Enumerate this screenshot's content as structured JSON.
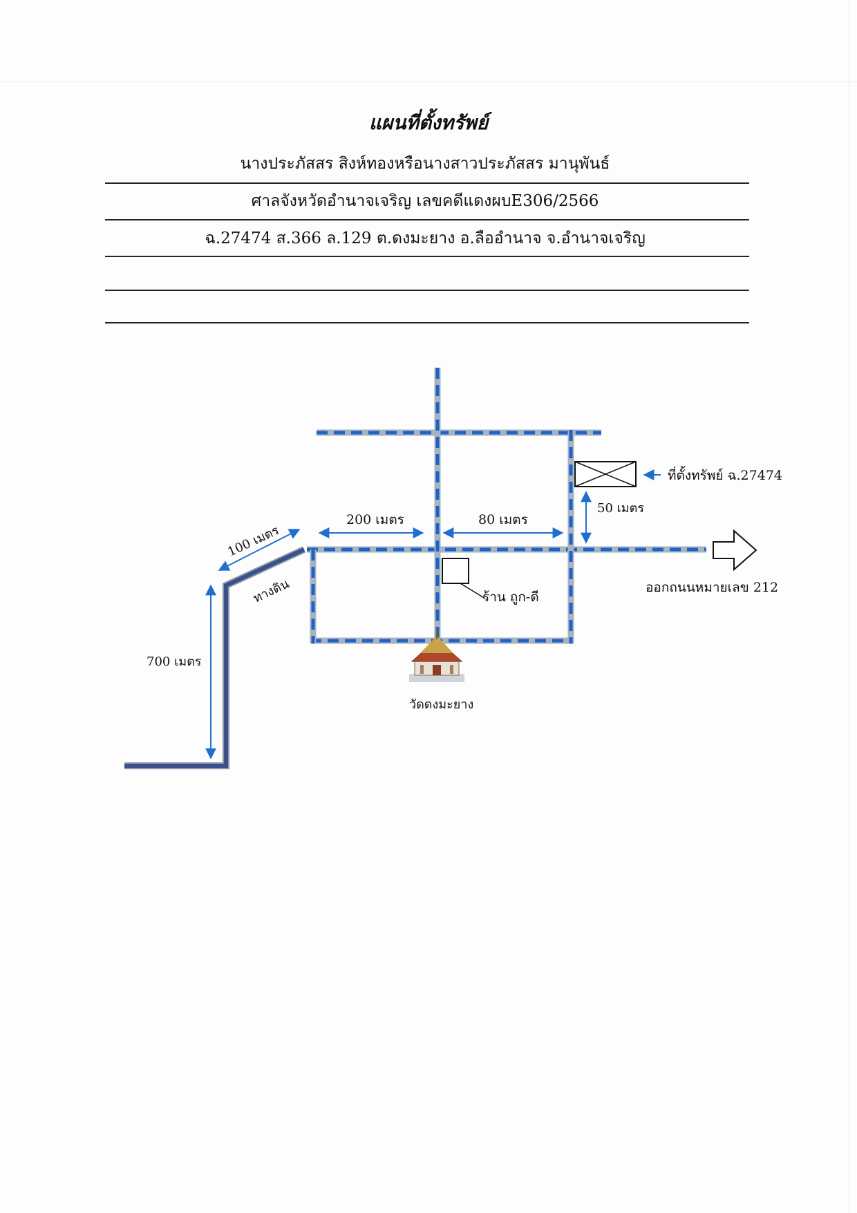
{
  "document": {
    "title": "แผนที่ตั้งทรัพย์",
    "lines": [
      "นางประภัสสร สิงห์ทองหรือนางสาวประภัสสร มานุพันธ์",
      "ศาลจังหวัดอำนาจเจริญ เลขคดีแดงผบE306/2566",
      "ฉ.27474 ส.366 ล.129 ต.ดงมะยาง อ.ลืออำนาจ จ.อำนาจเจริญ"
    ]
  },
  "map": {
    "road_color": "#a7b3bf",
    "dash_color": "#1f63c8",
    "dirt_road_color": "#3d4f8a",
    "arrow_color": "#1f6fd0",
    "labels": {
      "property": "ที่ตั้งทรัพย์ ฉ.27474",
      "dist_50": "50 เมตร",
      "dist_200": "200 เมตร",
      "dist_80": "80 เมตร",
      "dist_100": "100 เมตร",
      "dirt_road": "ทางดิน",
      "dist_700": "700 เมตร",
      "shop": "ร้าน ถูก-ดี",
      "exit_road": "ออกถนนหมายเลข 212",
      "temple": "วัดดงมะยาง"
    },
    "icons": [
      "temple-icon",
      "property-box-icon",
      "exit-arrow-icon"
    ]
  }
}
